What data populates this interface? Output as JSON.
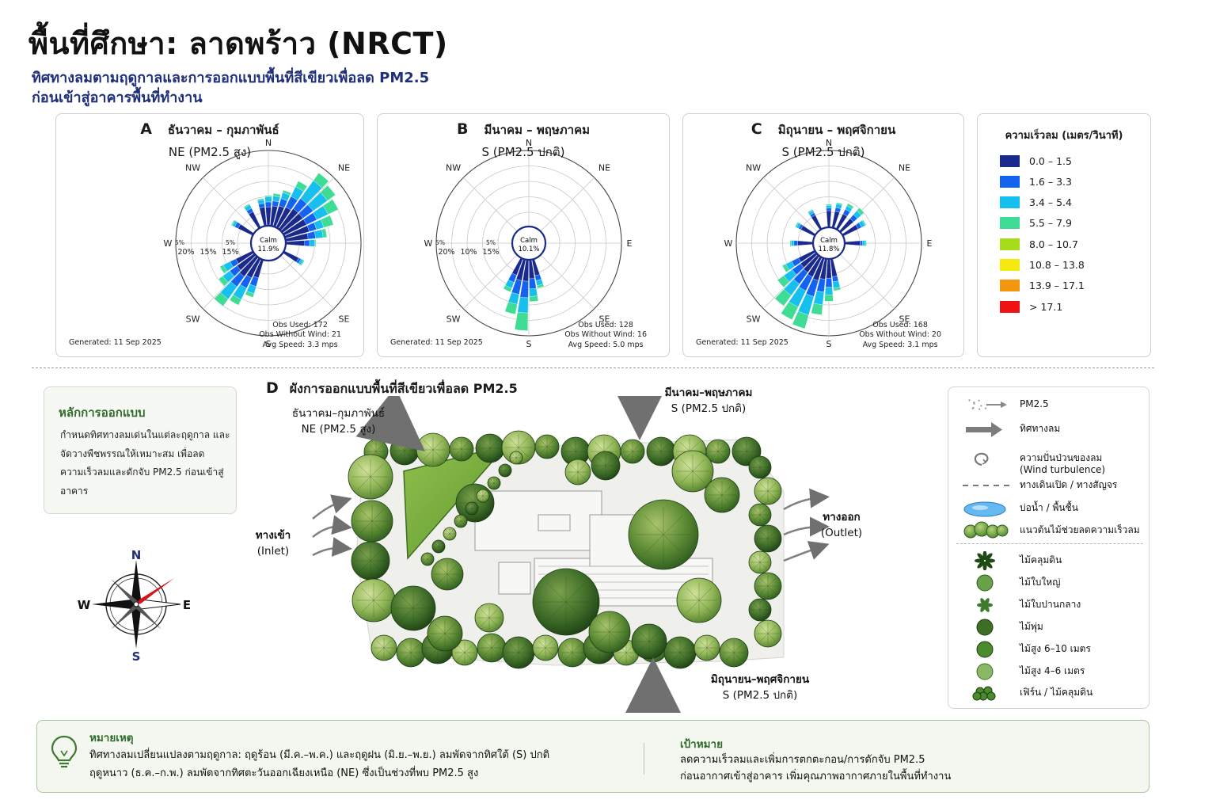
{
  "title": "พื้นที่ศึกษา: ลาดพร้าว (NRCT)",
  "subtitle_line1": "ทิศทางลมตามฤดูกาลและการออกแบบพื้นที่สีเขียวเพื่อลด PM2.5",
  "subtitle_line2": "ก่อนเข้าสู่อาคารพื้นที่ทำงาน",
  "panels": [
    {
      "letter": "A",
      "season": "ธันวาคม – กุมภาพันธ์",
      "direction": "NE (PM2.5 สูง)",
      "calm_label": "Calm",
      "calm_value": "11.9%",
      "generated": "Generated: 11 Sep 2025",
      "obs_used": "Obs Used: 172",
      "obs_without_wind": "Obs Without Wind: 21",
      "avg_speed": "Avg Speed: 3.3 mps",
      "ring_labels": [
        "20%",
        "15%",
        "15%",
        "5%",
        "5%"
      ]
    },
    {
      "letter": "B",
      "season": "มีนาคม – พฤษภาคม",
      "direction": "S (PM2.5 ปกติ)",
      "calm_label": "Calm",
      "calm_value": "10.1%",
      "generated": "Generated: 11 Sep 2025",
      "obs_used": "Obs Used: 128",
      "obs_without_wind": "Obs Without Wind: 16",
      "avg_speed": "Avg Speed: 5.0 mps",
      "ring_labels": [
        "20%",
        "10%",
        "15%",
        "5%",
        "5%"
      ]
    },
    {
      "letter": "C",
      "season": "มิถุนายน – พฤศจิกายน",
      "direction": "S (PM2.5 ปกติ)",
      "calm_label": "Calm",
      "calm_value": "11.8%",
      "generated": "Generated: 11 Sep 2025",
      "obs_used": "Obs Used: 168",
      "obs_without_wind": "Obs Without Wind: 20",
      "avg_speed": "Avg Speed: 3.1 mps",
      "ring_labels": []
    }
  ],
  "compass_points": [
    "N",
    "NE",
    "E",
    "SE",
    "S",
    "SW",
    "W",
    "NW"
  ],
  "speed_legend": {
    "title": "ความเร็วลม (เมตร/วินาที)",
    "bins": [
      {
        "label": "0.0 – 1.5",
        "color": "#1a2a8c"
      },
      {
        "label": "1.6 – 3.3",
        "color": "#1463f0"
      },
      {
        "label": "3.4 – 5.4",
        "color": "#16bfee"
      },
      {
        "label": "5.5 – 7.9",
        "color": "#3fdc95"
      },
      {
        "label": "8.0 – 10.7",
        "color": "#a6dc18"
      },
      {
        "label": "10.8 – 13.8",
        "color": "#f4ea10"
      },
      {
        "label": "13.9 – 17.1",
        "color": "#f4960e"
      },
      {
        "label": "> 17.1",
        "color": "#f01414"
      }
    ]
  },
  "principle": {
    "title": "หลักการออกแบบ",
    "body": "กำหนดทิศทางลมเด่นในแต่ละฤดูกาล และจัดวางพืชพรรณให้เหมาะสม เพื่อลดความเร็วลมและดักจับ PM2.5 ก่อนเข้าสู่อาคาร"
  },
  "compass": {
    "n": "N",
    "s": "S",
    "e": "E",
    "w": "W"
  },
  "site": {
    "letter": "D",
    "title": "ผังการออกแบบพื้นที่สีเขียวเพื่อลด PM2.5",
    "ne_season": "ธันวาคม–กุมภาพันธ์",
    "ne_dir": "NE (PM2.5 สูง)",
    "top_season": "มีนาคม–พฤษภาคม",
    "top_dir": "S (PM2.5 ปกติ)",
    "bottom_season": "มิถุนายน–พฤศจิกายน",
    "bottom_dir": "S (PM2.5 ปกติ)",
    "inlet": "ทางเข้า",
    "inlet_en": "(Inlet)",
    "outlet": "ทางออก",
    "outlet_en": "(Outlet)"
  },
  "legend2": {
    "items": [
      {
        "icon": "pm25-icon",
        "label": "PM2.5"
      },
      {
        "icon": "wind-arrow-icon",
        "label": "ทิศทางลม"
      },
      {
        "icon": "turbulence-icon",
        "label": "ความปั่นป่วนของลม",
        "label2": "(Wind turbulence)"
      },
      {
        "icon": "dashed-path-icon",
        "label": "ทางเดินเปิด / ทางสัญจร"
      },
      {
        "icon": "pond-icon",
        "label": "บ่อน้ำ / พื้นชื้น"
      },
      {
        "icon": "windbreak-icon",
        "label": "แนวต้นไม้ช่วยลดความเร็วลม"
      },
      {
        "icon": "groundcover-icon",
        "label": "ไม้คลุมดิน"
      },
      {
        "icon": "large-leaf-icon",
        "label": "ไม้ใบใหญ่"
      },
      {
        "icon": "medium-leaf-icon",
        "label": "ไม้ใบปานกลาง"
      },
      {
        "icon": "shrub-icon",
        "label": "ไม้พุ่ม"
      },
      {
        "icon": "tree-tall-icon",
        "label": "ไม้สูง 6–10 เมตร"
      },
      {
        "icon": "tree-mid-icon",
        "label": "ไม้สูง 4–6 เมตร"
      },
      {
        "icon": "fern-icon",
        "label": "เฟิร์น / ไม้คลุมดิน"
      }
    ]
  },
  "note": {
    "title": "หมายเหตุ",
    "line1": "ทิศทางลมเปลี่ยนแปลงตามฤดูกาล: ฤดูร้อน (มี.ค.–พ.ค.) และฤดูฝน (มิ.ย.–พ.ย.) ลมพัดจากทิศใต้ (S) ปกติ",
    "line2": "ฤดูหนาว (ธ.ค.–ก.พ.) ลมพัดจากทิศตะวันออกเฉียงเหนือ (NE) ซึ่งเป็นช่วงที่พบ PM2.5 สูง",
    "goal_title": "เป้าหมาย",
    "goal_line1": "ลดความเร็วลมและเพิ่มการตกตะกอน/การดักจับ PM2.5",
    "goal_line2": "ก่อนอากาศเข้าสู่อาคาร เพิ่มคุณภาพอากาศภายในพื้นที่ทำงาน"
  }
}
